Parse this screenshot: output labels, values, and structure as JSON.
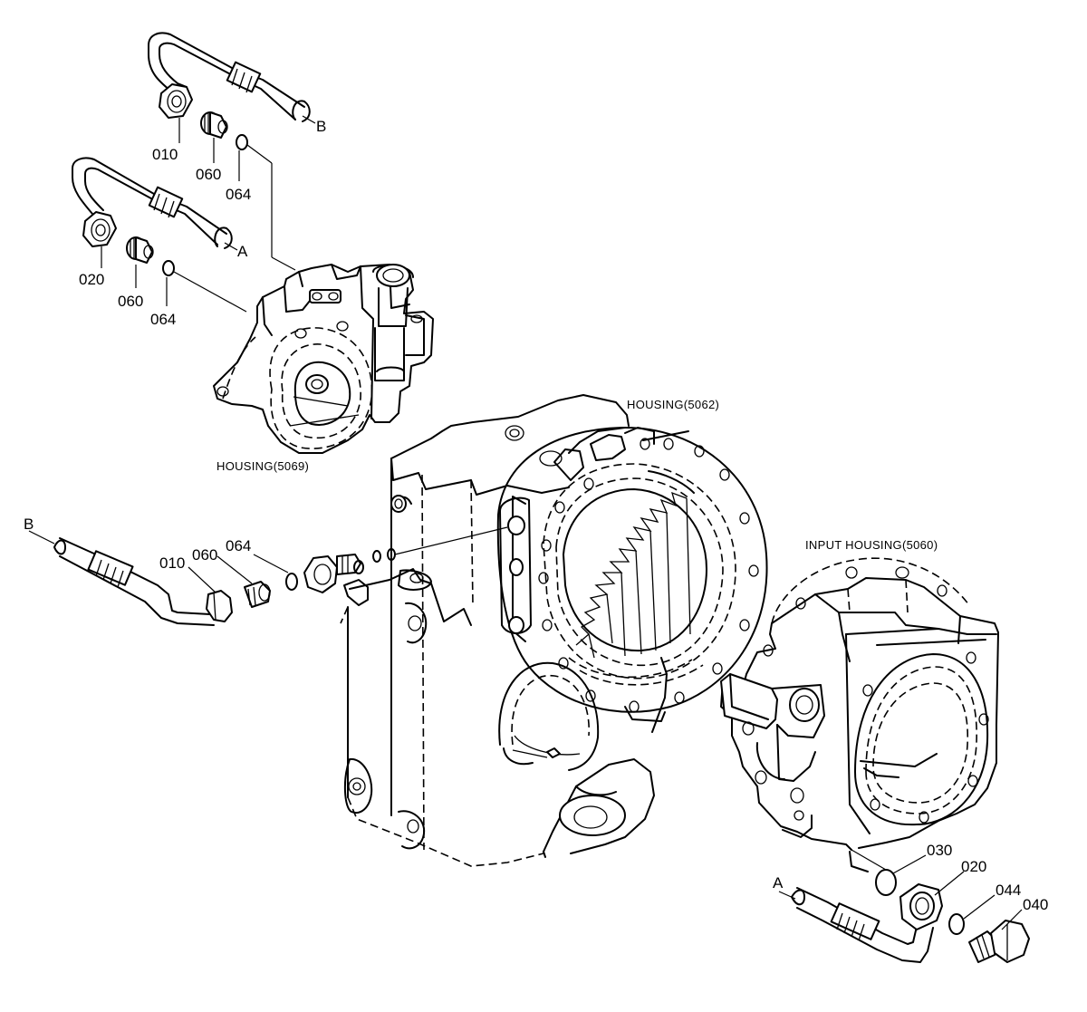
{
  "labels": {
    "b_top": "B",
    "p010_top": "010",
    "p060_top": "060",
    "p064_top": "064",
    "a_top": "A",
    "p020_top": "020",
    "p060_mid": "060",
    "p064_mid": "064",
    "housing_5069": "HOUSING(5069)",
    "housing_5062": "HOUSING(5062)",
    "b_left": "B",
    "p010_left": "010",
    "p060_left": "060",
    "p064_left": "064",
    "input_housing_5060": "INPUT HOUSING(5060)",
    "a_bottom": "A",
    "p030_bottom": "030",
    "p020_bottom": "020",
    "p044_bottom": "044",
    "p040_bottom": "040"
  }
}
